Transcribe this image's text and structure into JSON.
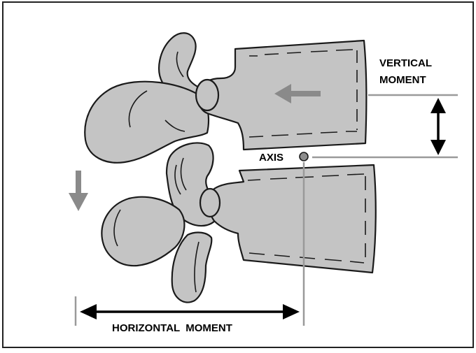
{
  "labels": {
    "vertical_moment_line1": "VERTICAL",
    "vertical_moment_line2": "MOMENT",
    "axis": "AXIS",
    "horizontal_moment": "HORIZONTAL  MOMENT"
  },
  "colors": {
    "bone_fill": "#c4c4c4",
    "outline": "#1a1a1a",
    "gray_arrow": "#8a8a8a",
    "black_arrow": "#000000",
    "reference_line": "#9a9a9a",
    "axis_dot": "#8c8c8c"
  }
}
